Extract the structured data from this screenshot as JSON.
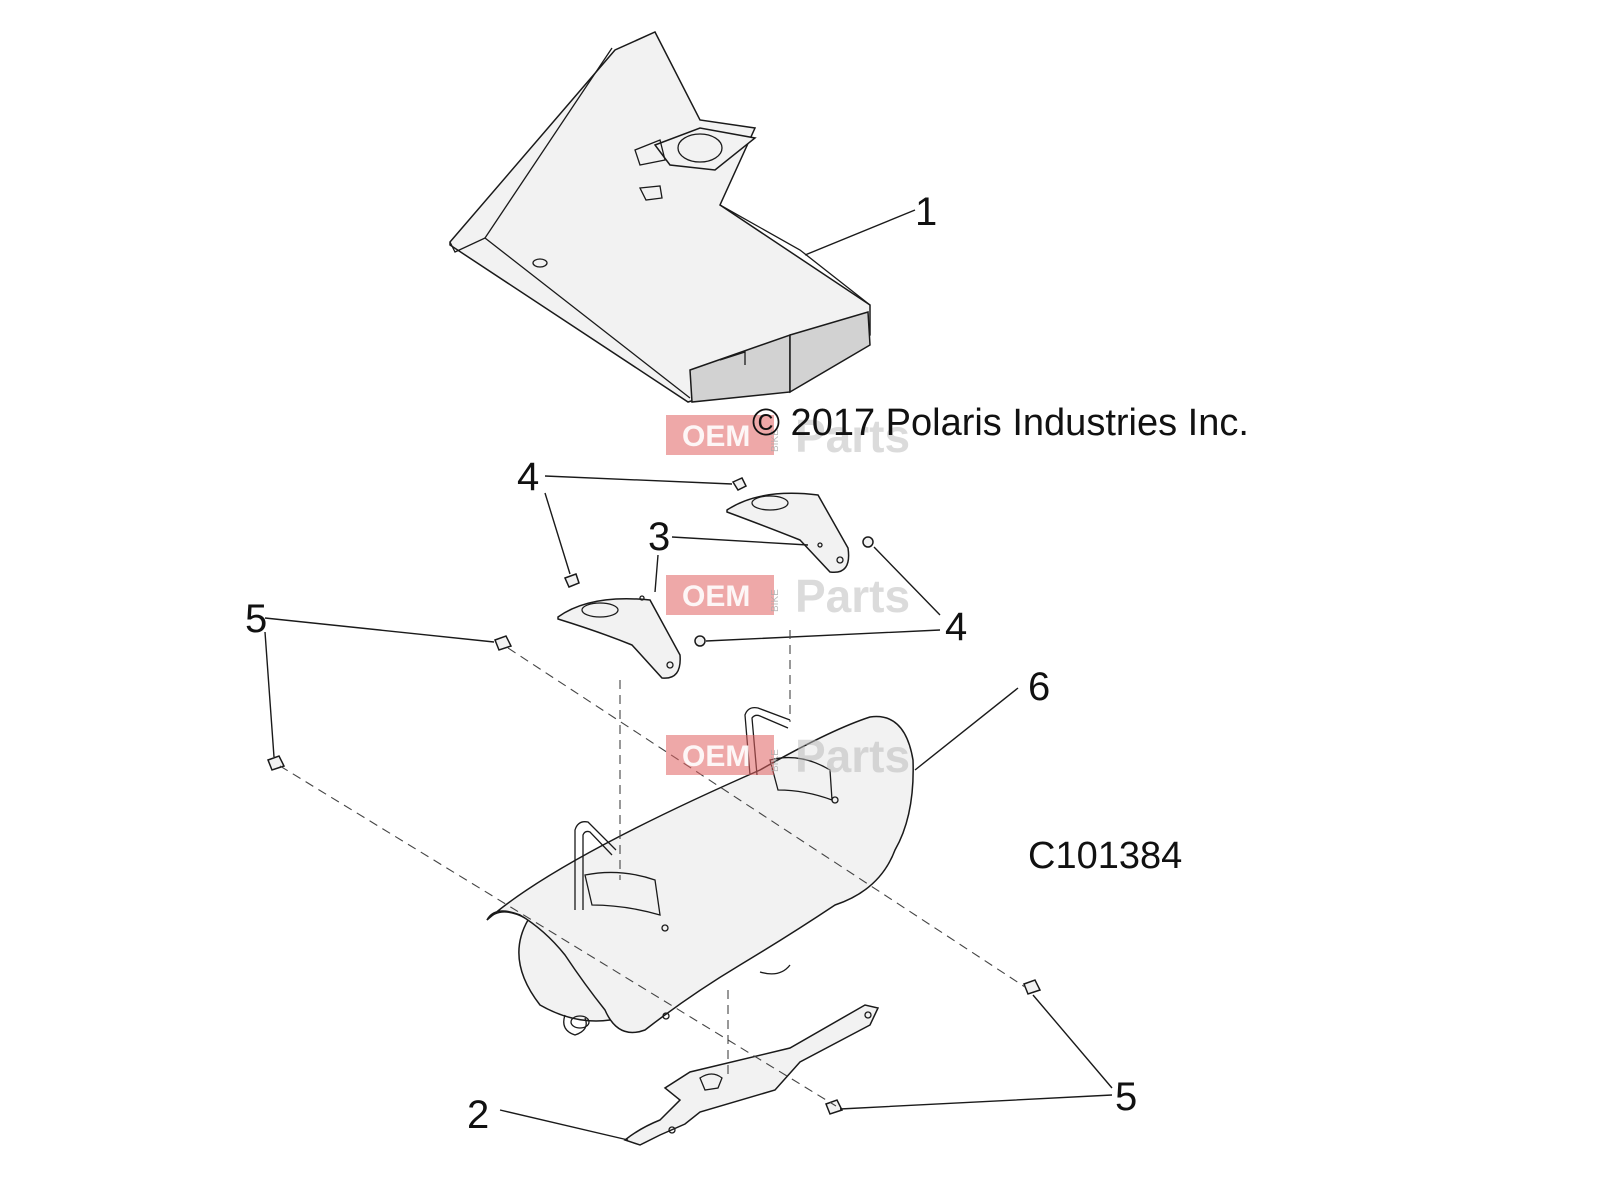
{
  "diagram": {
    "copyright": "© 2017 Polaris Industries Inc.",
    "diagram_code": "C101384",
    "callouts": {
      "c1": "1",
      "c2": "2",
      "c3": "3",
      "c4_top": "4",
      "c4_right": "4",
      "c5_left": "5",
      "c5_right": "5",
      "c6": "6"
    }
  },
  "watermark": {
    "oem": "OEM",
    "bike": "BIKE",
    "parts": "Parts"
  },
  "colors": {
    "line": "#1a1a1a",
    "part_fill": "#f2f2f2",
    "watermark_red": "#e06060"
  }
}
